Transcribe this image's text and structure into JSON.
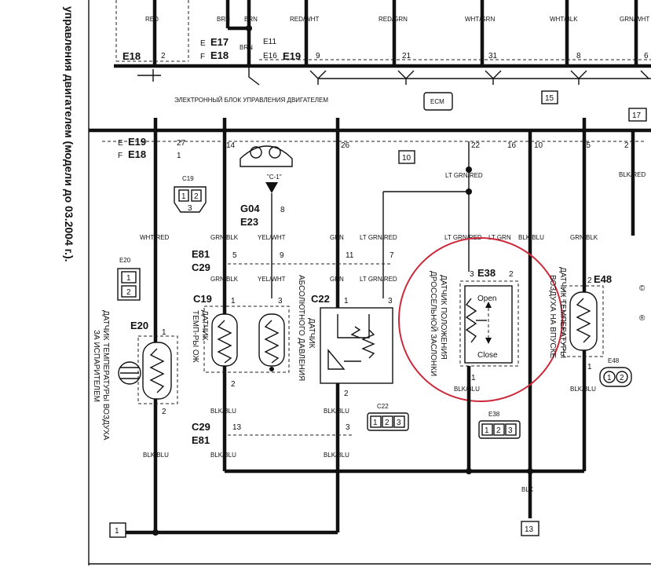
{
  "side_title": "управления двигателем (модели до 03.2004 г.).",
  "ecu_title": "ЭЛЕКТРОННЫЙ БЛОК УПРАВЛЕНИЯ ДВИГАТЕЛЕМ",
  "ecm_label": "ECM",
  "top_wires": [
    "RED",
    "BRN",
    "BRN",
    "RED/WHT",
    "RED/GRN",
    "WHT/GRN",
    "WHT/BLK",
    "GRN/WHT"
  ],
  "top_pins": [
    "2",
    "9",
    "21",
    "31",
    "8",
    "6"
  ],
  "top_conn": {
    "e18": "E18",
    "e19": "E19",
    "e17": "E17",
    "e18b": "E18",
    "e11": "E11",
    "e16": "E16",
    "brn": "BRN",
    "circle_e": "E",
    "circle_f": "F"
  },
  "ecu_pins": [
    "14",
    "26",
    "22",
    "16",
    "10",
    "15",
    "2"
  ],
  "refs": [
    "15",
    "17",
    "10",
    "1",
    "13"
  ],
  "left_conn": {
    "e19": "E19",
    "e18": "E18",
    "p27": "27",
    "p1": "1"
  },
  "c19_ref": "C19",
  "meter_label": "\"C-1\"",
  "g04": "G04",
  "e23": "E23",
  "p8": "8",
  "wires_mid": {
    "wht_red": "WHT/RED",
    "grn_blk": "GRN/BLK",
    "yel_wht": "YEL/WHT",
    "grn": "GRN",
    "lt_grn_red": "LT GRN/RED",
    "lt_grn_red2": "LT GRN/RED",
    "lt_grn": "LT GRN",
    "blk_blu": "BLK/BLU",
    "grn_blk2": "GRN/BLK",
    "blk_red": "BLK/RED"
  },
  "e81": "E81",
  "c29": "C29",
  "e81_pins": [
    "5",
    "9",
    "11",
    "7"
  ],
  "wires_low": {
    "grn_blk": "GRN/BLK",
    "yel_wht": "YEL/WHT",
    "grn": "GRN",
    "lt_grn_red": "LT GRN/RED"
  },
  "e20_ref": "E20",
  "e20_label": "E20",
  "e20_pins": [
    "1",
    "2"
  ],
  "e20_text": [
    "ДАТЧИК ТЕМПЕРАТУРЫ ВОЗДУХА",
    "ЗА ИСПАРИТЕЛЕМ"
  ],
  "c19_label": "C19",
  "c19_pins": [
    "1",
    "3",
    "2"
  ],
  "c19_text": [
    "ДАТЧИК",
    "ТЕМП-РЫ ОЖ"
  ],
  "c22_label": "C22",
  "c22_pins": [
    "1",
    "3",
    "2"
  ],
  "c22_text": [
    "ДАТЧИК",
    "АБСОЛЮТНОГО ДАВЛЕНИЯ"
  ],
  "c22_ref": "C22",
  "e38_label": "E38",
  "e38_pins": [
    "3",
    "2",
    "1"
  ],
  "e38_open": "Open",
  "e38_close": "Close",
  "e38_text": [
    "ДАТЧИК ПОЛОЖЕНИЯ",
    "ДРОССЕЛЬНОЙ ЗАСЛОНКИ"
  ],
  "e38_ref": "E38",
  "e48_label": "E48",
  "e48_pins": [
    "2",
    "1"
  ],
  "e48_text": [
    "ДАТЧИК ТЕМПЕРАТУРЫ",
    "ВОЗДУХА НА ВПУСКЕ"
  ],
  "e48_ref": "E48",
  "c29_low": "C29",
  "e81_low": "E81",
  "p13": "13",
  "p3": "3",
  "wires_bottom": {
    "b1": "BLK/BLU",
    "b2": "BLK/BLU",
    "b3": "BLK/BLU",
    "b4": "BLK/BLU",
    "b5": "BLK/BLU",
    "b6": "BLK/BLU",
    "blk": "BLK"
  },
  "right_edge": [
    "©",
    "®"
  ],
  "highlight_color": "#cc2a3a"
}
